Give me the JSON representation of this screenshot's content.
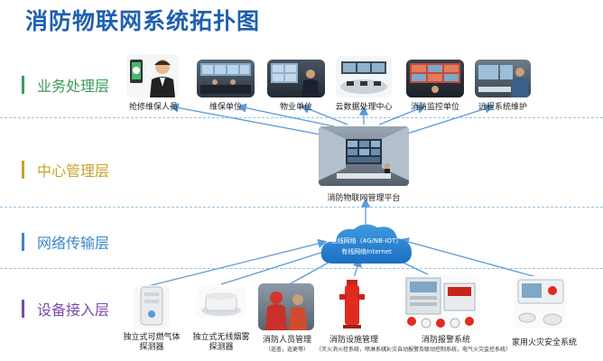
{
  "title": "消防物联网系统拓扑图",
  "layers": {
    "business": {
      "label": "业务处理层",
      "color": "#3a9a5c"
    },
    "center": {
      "label": "中心管理层",
      "color": "#c9a227"
    },
    "network": {
      "label": "网络传输层",
      "color": "#3a86c8"
    },
    "device": {
      "label": "设备接入层",
      "color": "#7b4aa8"
    }
  },
  "business_nodes": [
    "抢修维保人员",
    "维保单位",
    "物业单位",
    "云数据处理中心",
    "消防监控单位",
    "远程系统维护"
  ],
  "center_node": "消防物联网管理平台",
  "cloud": {
    "line1": "无线网络（4G/NB-IOT）",
    "line2": "有线网络Internet"
  },
  "device_nodes": {
    "gas": "独立式可燃气体\n探测器",
    "smoke": "独立式无线烟雾\n探测器",
    "personnel": "消防人员管理",
    "personnel_sub": "（巡查，巡更等）",
    "facility": "消防设施管理",
    "facility_sub": "（灭火消火栓系统，喷淋系统）",
    "alarm": "消防报警系统",
    "alarm_sub": "（火灾自动报警及联动控制系统，电气火灾监控系统）",
    "home": "家用火灾安全系统"
  }
}
